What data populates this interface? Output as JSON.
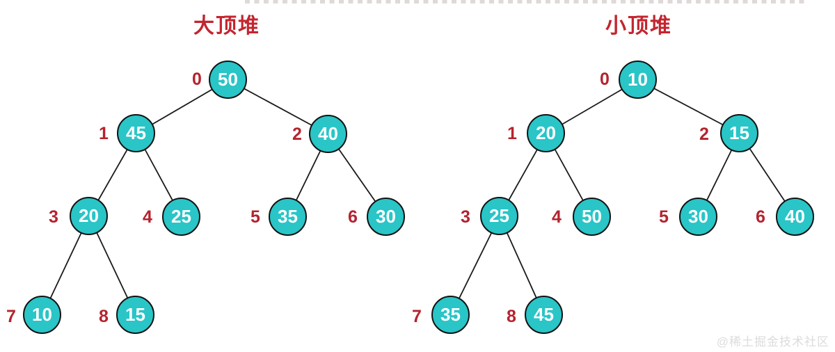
{
  "titles": {
    "left": "大顶堆",
    "right": "小顶堆"
  },
  "watermark": "@稀土掘金技术社区",
  "colors": {
    "node_fill": "#29c5c7",
    "node_border": "#121212",
    "node_text": "#ffffff",
    "index_label": "#b4232e",
    "title": "#c3252f",
    "edge": "#1a1a1a",
    "watermark": "#dcdcdc",
    "background": "#ffffff"
  },
  "trees": [
    {
      "name": "max-heap",
      "title": "大顶堆",
      "nodes": [
        {
          "index": "0",
          "value": "50"
        },
        {
          "index": "1",
          "value": "45"
        },
        {
          "index": "2",
          "value": "40"
        },
        {
          "index": "3",
          "value": "20"
        },
        {
          "index": "4",
          "value": "25"
        },
        {
          "index": "5",
          "value": "35"
        },
        {
          "index": "6",
          "value": "30"
        },
        {
          "index": "7",
          "value": "10"
        },
        {
          "index": "8",
          "value": "15"
        }
      ]
    },
    {
      "name": "min-heap",
      "title": "小顶堆",
      "nodes": [
        {
          "index": "0",
          "value": "10"
        },
        {
          "index": "1",
          "value": "20"
        },
        {
          "index": "2",
          "value": "15"
        },
        {
          "index": "3",
          "value": "25"
        },
        {
          "index": "4",
          "value": "50"
        },
        {
          "index": "5",
          "value": "30"
        },
        {
          "index": "6",
          "value": "40"
        },
        {
          "index": "7",
          "value": "35"
        },
        {
          "index": "8",
          "value": "45"
        }
      ]
    }
  ]
}
